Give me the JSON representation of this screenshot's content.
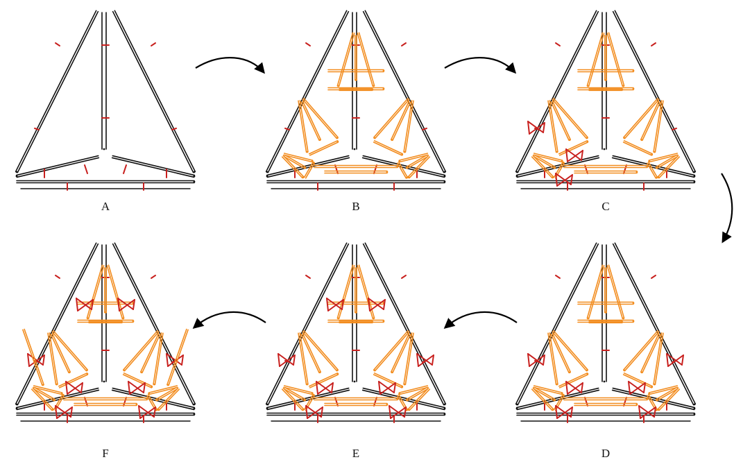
{
  "panels": [
    {
      "label": "A",
      "stage": 0
    },
    {
      "label": "B",
      "stage": 1
    },
    {
      "label": "C",
      "stage": 2
    },
    {
      "label": "D",
      "stage": 3
    },
    {
      "label": "E",
      "stage": 4
    },
    {
      "label": "F",
      "stage": 5
    }
  ],
  "colors": {
    "base_strut": "#111111",
    "added_strut": "#f28c1e",
    "connector": "#c8201e",
    "arrow": "#000000"
  },
  "arrows": [
    {
      "from": "A",
      "to": "B"
    },
    {
      "from": "B",
      "to": "C"
    },
    {
      "from": "C",
      "to": "D"
    },
    {
      "from": "D",
      "to": "E"
    },
    {
      "from": "E",
      "to": "F"
    }
  ]
}
